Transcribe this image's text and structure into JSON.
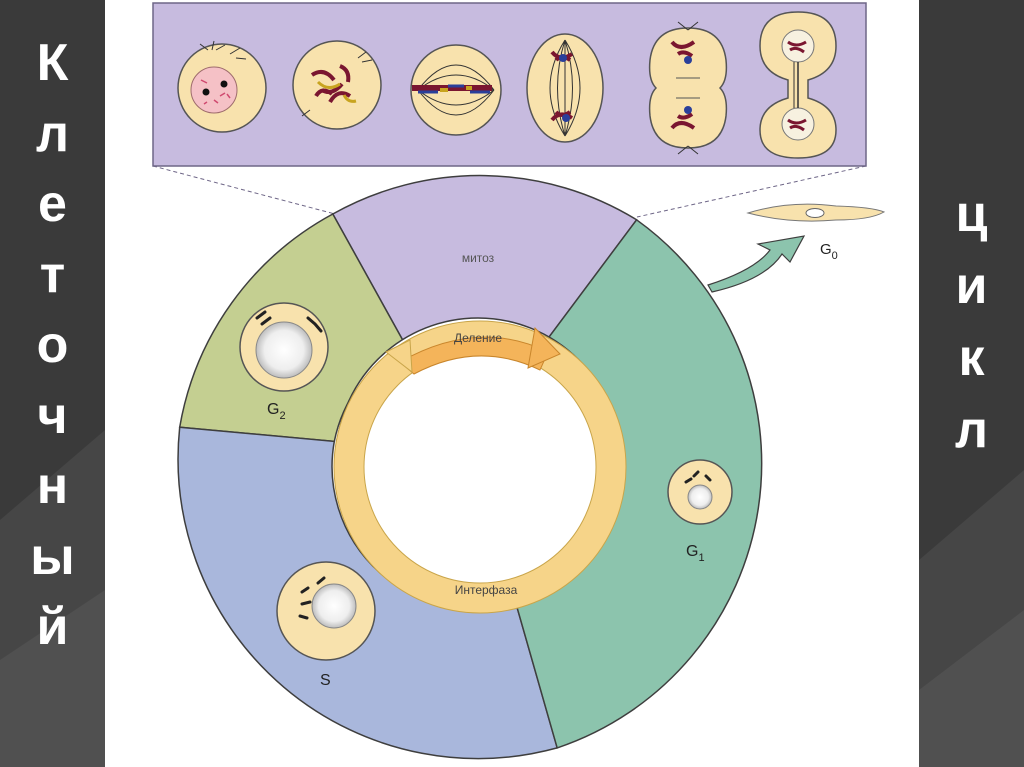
{
  "title_left": [
    "К",
    "л",
    "е",
    "т",
    "о",
    "ч",
    "н",
    "ы",
    "й"
  ],
  "title_right": [
    "ц",
    "и",
    "к",
    "л"
  ],
  "cycle": {
    "mitosis_label": "митоз",
    "division_label": "Деление",
    "interphase_label": "Интерфаза",
    "phases": {
      "g0": {
        "letter": "G",
        "sub": "0"
      },
      "g1": {
        "letter": "G",
        "sub": "1"
      },
      "g2": {
        "letter": "G",
        "sub": "2"
      },
      "s": {
        "letter": "S"
      }
    }
  },
  "colors": {
    "sidebar": "#3a3a3a",
    "mitosis": "#c7bbdf",
    "g2": "#c4cf91",
    "s": "#a9b7dc",
    "g1": "#8cc4ad",
    "inner_ring": "#f6d489",
    "cell": "#f8e2ad"
  }
}
